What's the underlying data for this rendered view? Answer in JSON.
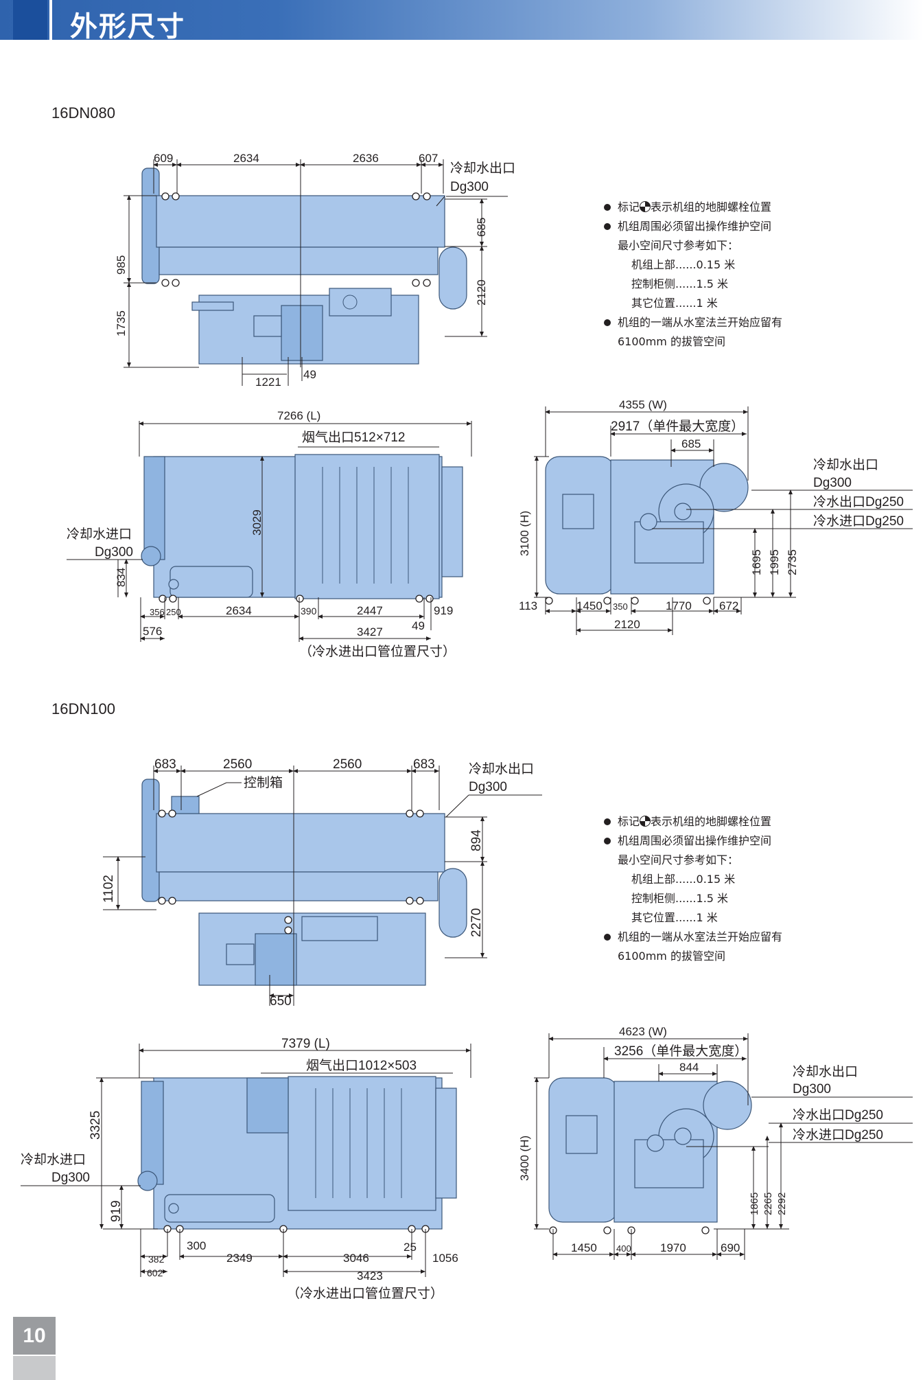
{
  "header": {
    "title": "外形尺寸"
  },
  "page_number": "10",
  "notes": {
    "bolt_prefix": "标记",
    "bolt_suffix": "表示机组的地脚螺栓位置",
    "clearance_intro": "机组周围必须留出操作维护空间",
    "clearance_intro2": "最小空间尺寸参考如下：",
    "clear_top": "机组上部......0.15 米",
    "clear_panel": "控制柜侧......1.5 米",
    "clear_other": "其它位置......1 米",
    "tube_pull": "机组的一端从水室法兰开始应留有",
    "tube_pull2": "6100mm 的拔管空间"
  },
  "m1": {
    "model": "16DN080",
    "top_dims": [
      "609",
      "2634",
      "2636",
      "607"
    ],
    "cw_out_label": "冷却水出口",
    "cw_out_size": "Dg300",
    "right_dims": [
      "685",
      "2120"
    ],
    "left_dims": [
      "985",
      "1735"
    ],
    "bottom_dims": [
      "1221",
      "49"
    ],
    "length": "7266 (L)",
    "flue": "烟气出口512×712",
    "height_3029": "3029",
    "cw_in_label": "冷却水进口",
    "cw_in_size": "Dg300",
    "h_834": "834",
    "front_bottom": [
      "356",
      "250",
      "2634",
      "390",
      "2447",
      "919",
      "576",
      "3427",
      "49"
    ],
    "pipe_note": "（冷水进出口管位置尺寸）",
    "width": "4355 (W)",
    "max_width": "2917（单件最大宽度）",
    "side_685": "685",
    "side_height": "3100 (H)",
    "side_labels": [
      "冷却水出口",
      "Dg300",
      "冷水出口Dg250",
      "冷水进口Dg250"
    ],
    "side_vert": [
      "1695",
      "1995",
      "2735"
    ],
    "side_bottom": [
      "113",
      "1450",
      "350",
      "1770",
      "672",
      "2120"
    ]
  },
  "m2": {
    "model": "16DN100",
    "top_dims": [
      "683",
      "2560",
      "2560",
      "683"
    ],
    "control_box": "控制箱",
    "cw_out_label": "冷却水出口",
    "cw_out_size": "Dg300",
    "right_dims": [
      "894",
      "2270"
    ],
    "left_dims": [
      "1102"
    ],
    "bottom_dims": [
      "650"
    ],
    "length": "7379 (L)",
    "flue": "烟气出口1012×503",
    "height_3325": "3325",
    "cw_in_label": "冷却水进口",
    "cw_in_size": "Dg300",
    "h_919": "919",
    "front_bottom": [
      "300",
      "382",
      "602",
      "2349",
      "3046",
      "25",
      "1056",
      "3423"
    ],
    "pipe_note": "（冷水进出口管位置尺寸）",
    "width": "4623 (W)",
    "max_width": "3256（单件最大宽度）",
    "side_844": "844",
    "side_height": "3400 (H)",
    "side_labels": [
      "冷却水出口",
      "Dg300",
      "冷水出口Dg250",
      "冷水进口Dg250"
    ],
    "side_vert": [
      "1865",
      "2265",
      "2292"
    ],
    "side_bottom": [
      "1450",
      "400",
      "1970",
      "690"
    ]
  }
}
